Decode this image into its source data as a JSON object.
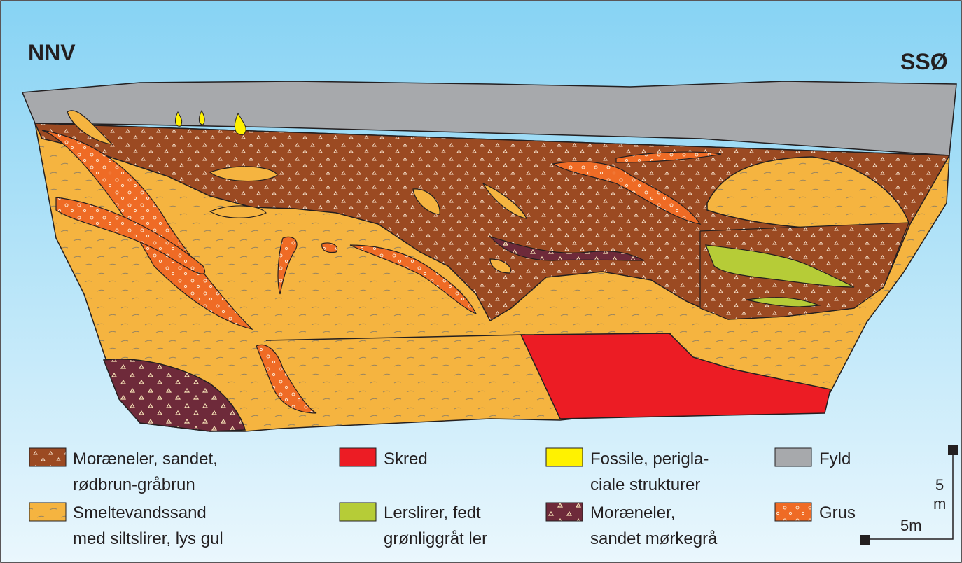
{
  "orientation": {
    "left": "NNV",
    "right": "SSØ"
  },
  "legend": [
    {
      "id": "moraeneler-roedbrun",
      "lines": [
        "Moræneler, sandet,",
        "rødbrun-gråbrun"
      ],
      "color": "#9b4a22",
      "pattern": "triangles"
    },
    {
      "id": "smeltevandssand",
      "lines": [
        "Smeltevandssand",
        "med siltslirer, lys gul"
      ],
      "color": "#f5b440",
      "pattern": "dashes"
    },
    {
      "id": "skred",
      "lines": [
        "Skred"
      ],
      "color": "#ec1c24",
      "pattern": "solid"
    },
    {
      "id": "lerslirer",
      "lines": [
        "Lerslirer, fedt",
        "grønliggråt ler"
      ],
      "color": "#b6cc37",
      "pattern": "solid"
    },
    {
      "id": "fossile",
      "lines": [
        "Fossile, perigla-",
        "ciale strukturer"
      ],
      "color": "#fff200",
      "pattern": "solid"
    },
    {
      "id": "moraeneler-moerkegraa",
      "lines": [
        "Moræneler,",
        "sandet mørkegrå"
      ],
      "color": "#6e2a3a",
      "pattern": "triangles"
    },
    {
      "id": "fyld",
      "lines": [
        "Fyld"
      ],
      "color": "#a7a9ac",
      "pattern": "solid"
    },
    {
      "id": "grus",
      "lines": [
        "Grus"
      ],
      "color": "#ef6b25",
      "pattern": "circles"
    }
  ],
  "scale_bar": {
    "vertical_line1": "5",
    "vertical_line2": "m",
    "horizontal": "5m"
  },
  "colors": {
    "sky_top": "#87d3f4",
    "sky_bottom": "#eaf7fd",
    "outline": "#231f20"
  }
}
